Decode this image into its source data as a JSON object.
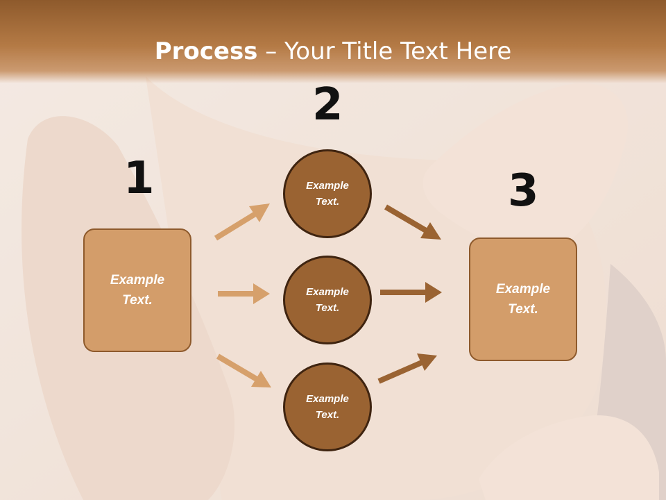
{
  "title": {
    "bold": "Process",
    "rest": " – Your Title Text Here"
  },
  "steps": [
    {
      "number": "1",
      "text": [
        "Example",
        "Text."
      ]
    },
    {
      "number": "2",
      "text": [
        "Example",
        "Text."
      ]
    },
    {
      "number": "3",
      "text": [
        "Example",
        "Text."
      ]
    }
  ],
  "circles": [
    {
      "text": [
        "Example",
        "Text."
      ]
    },
    {
      "text": [
        "Example",
        "Text."
      ]
    },
    {
      "text": [
        "Example",
        "Text."
      ]
    }
  ],
  "colors": {
    "header": "#8e5a2c",
    "box_fill": "#d39d6a",
    "circle_fill": "#9a6332",
    "circle_border": "#3f2410",
    "arrow_light": "#d6a06b",
    "arrow_dark": "#9a6332"
  }
}
